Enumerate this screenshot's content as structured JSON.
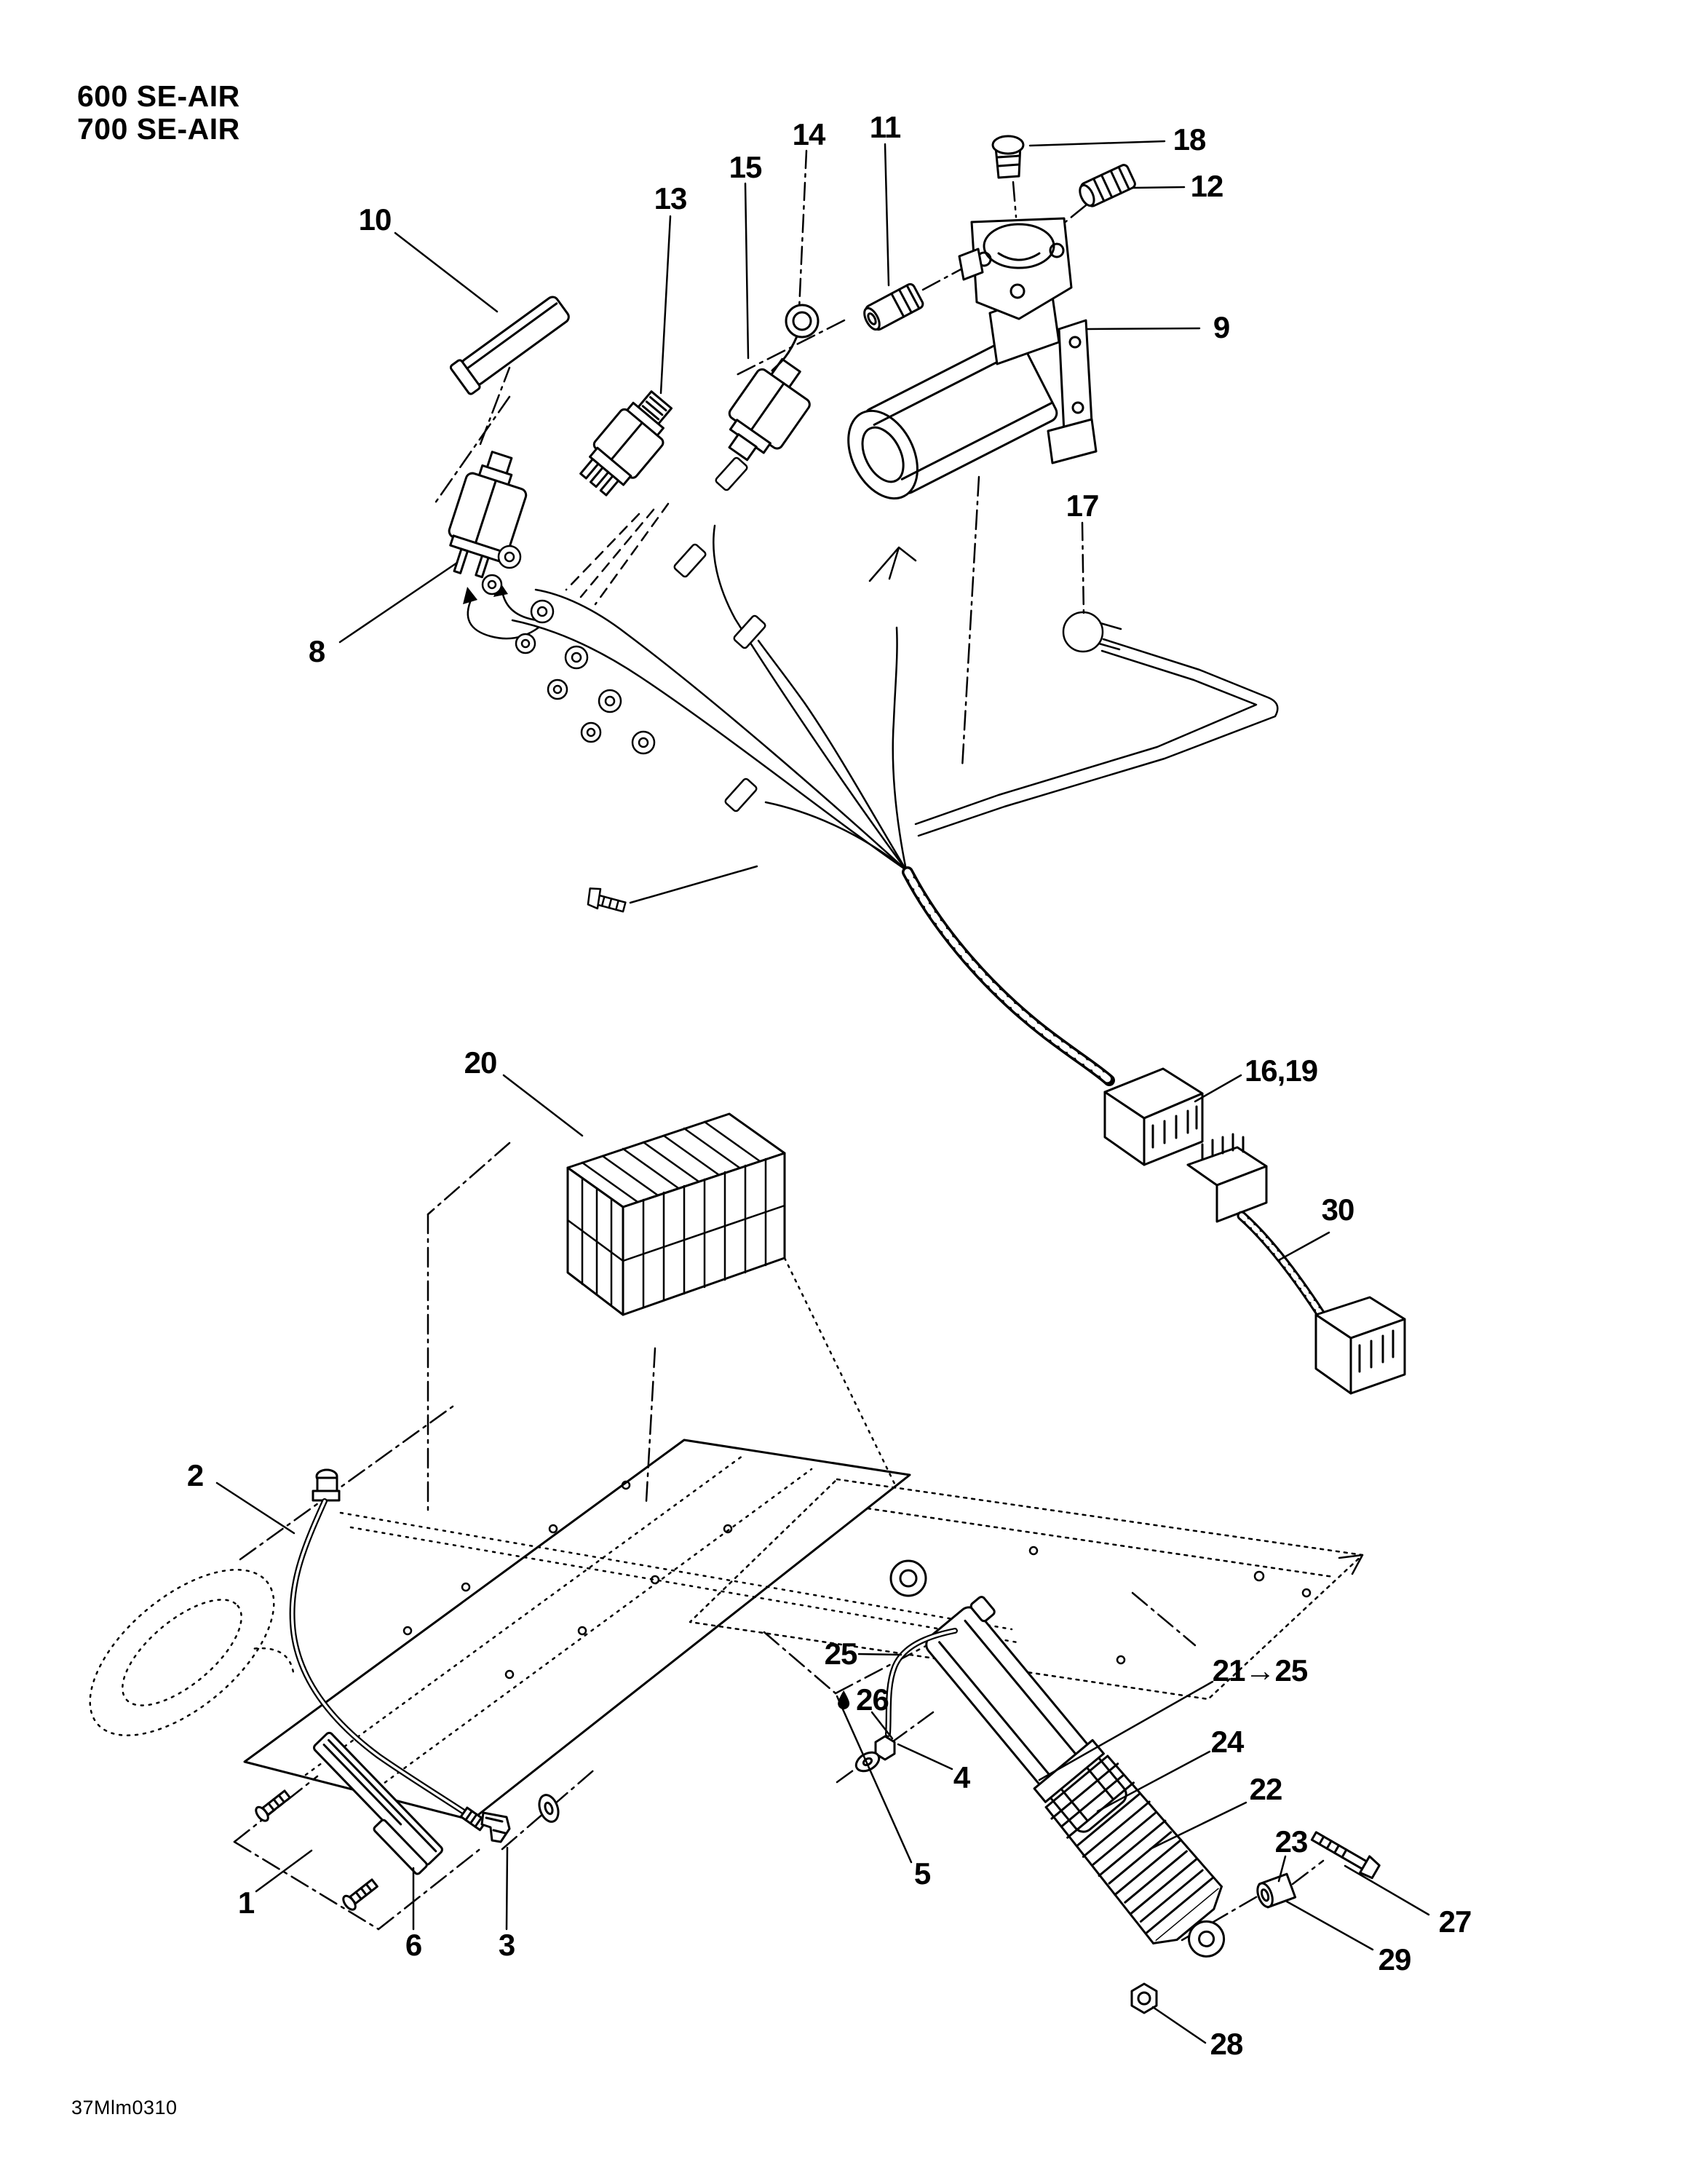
{
  "page": {
    "title_lines": [
      "600 SE-AIR",
      "700 SE-AIR"
    ],
    "doc_code": "37Mlm0310",
    "ink_color": "#000000",
    "background_color": "#ffffff"
  },
  "callouts": {
    "k10": {
      "label": "10"
    },
    "k13": {
      "label": "13"
    },
    "k15": {
      "label": "15"
    },
    "k14": {
      "label": "14"
    },
    "k11": {
      "label": "11"
    },
    "k18": {
      "label": "18"
    },
    "k12": {
      "label": "12"
    },
    "k9": {
      "label": "9"
    },
    "k17": {
      "label": "17"
    },
    "k8": {
      "label": "8"
    },
    "k16_19": {
      "label": "16,19"
    },
    "k30": {
      "label": "30"
    },
    "k20": {
      "label": "20"
    },
    "k2": {
      "label": "2"
    },
    "k25": {
      "label": "25"
    },
    "k26": {
      "label": "26"
    },
    "k21_25": {
      "label": "21→25"
    },
    "k24": {
      "label": "24"
    },
    "k22": {
      "label": "22"
    },
    "k23": {
      "label": "23"
    },
    "k4": {
      "label": "4"
    },
    "k5": {
      "label": "5"
    },
    "k27": {
      "label": "27"
    },
    "k29": {
      "label": "29"
    },
    "k28": {
      "label": "28"
    },
    "k1": {
      "label": "1"
    },
    "k6": {
      "label": "6"
    },
    "k3": {
      "label": "3"
    }
  }
}
